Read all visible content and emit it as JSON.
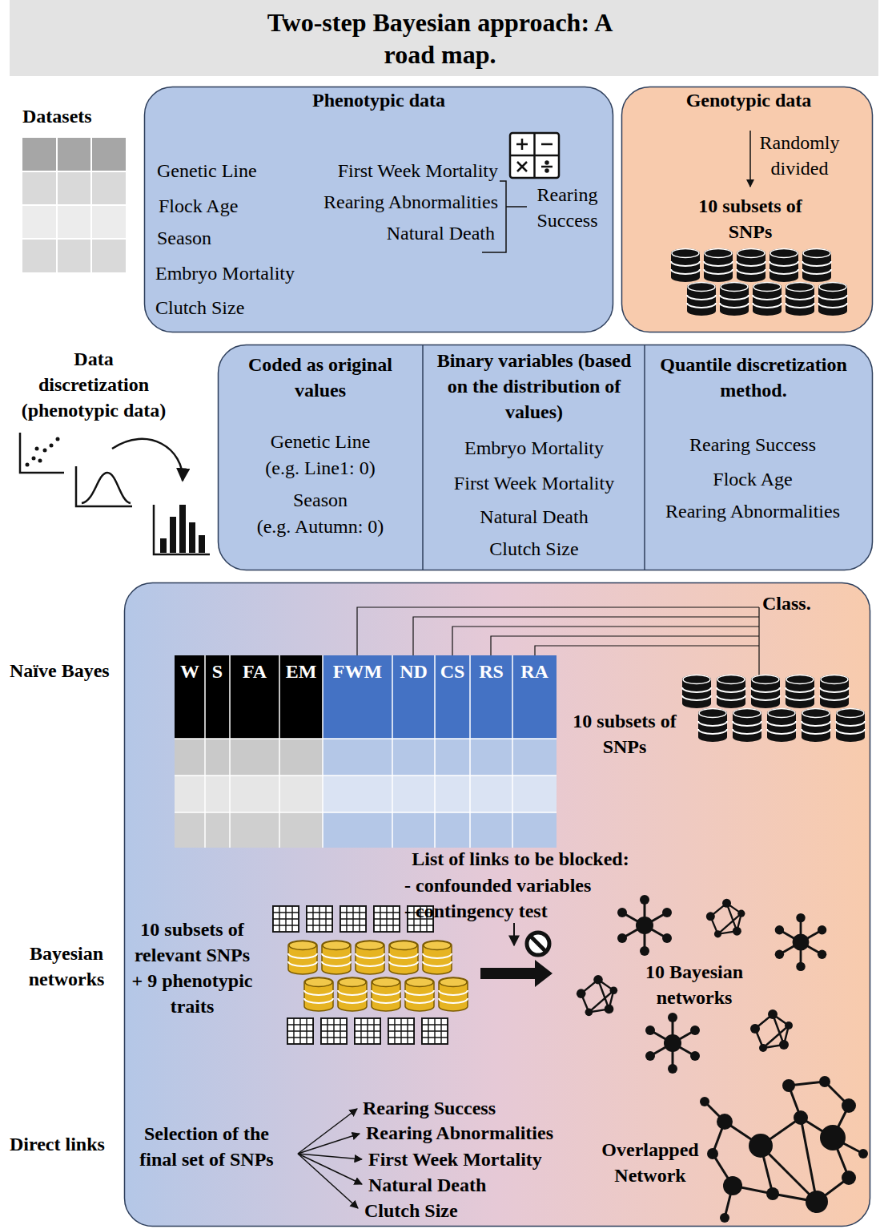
{
  "diagram": {
    "title": "Two-step Bayesian approach: A road map.",
    "nodes": [
      {
        "text": [
          "Phenotypic data",
          "Genetic Line",
          "Flock Age",
          "Season",
          "Embryo Mortality",
          "Clutch Size",
          "First Week Mortality",
          "Rearing Abnormalities",
          "Natural Death",
          "Rearing Success"
        ]
      },
      {
        "text": [
          "Genotypic data",
          "Randomly divided",
          "10 subsets of SNPs"
        ]
      },
      {
        "text": [
          "Coded as original values",
          "Genetic Line",
          "(e.g. Line1: 0)",
          "Season",
          "(e.g. Autumn: 0)"
        ]
      },
      {
        "text": [
          "Binary variables (based on the distribution of values)",
          "Embryo Mortality",
          "First Week Mortality",
          "Natural Death",
          "Clutch Size"
        ]
      },
      {
        "text": [
          "Quantile discretization method.",
          "Rearing Success",
          "Flock Age",
          "Rearing Abnormalities"
        ]
      },
      {
        "text": [
          "Class.",
          "10 subsets of SNPs",
          "List of links to be blocked:",
          "- confounded variables",
          "- contingency test",
          "10 subsets of relevant SNPs + 9 phenotypic traits",
          "10 Bayesian networks",
          "Selection of the final set of SNPs",
          "Rearing Success",
          "Rearing Abnormalities",
          "First Week Mortality",
          "Natural Death",
          "Clutch Size",
          "Overlapped Network"
        ]
      }
    ],
    "labels": [
      "Datasets",
      "Data discretization (phenotypic data)",
      "Naïve Bayes",
      "Bayesian networks",
      "Direct links",
      "W",
      "S",
      "FA",
      "EM",
      "FWM",
      "ND",
      "CS",
      "RS",
      "RA"
    ]
  }
}
